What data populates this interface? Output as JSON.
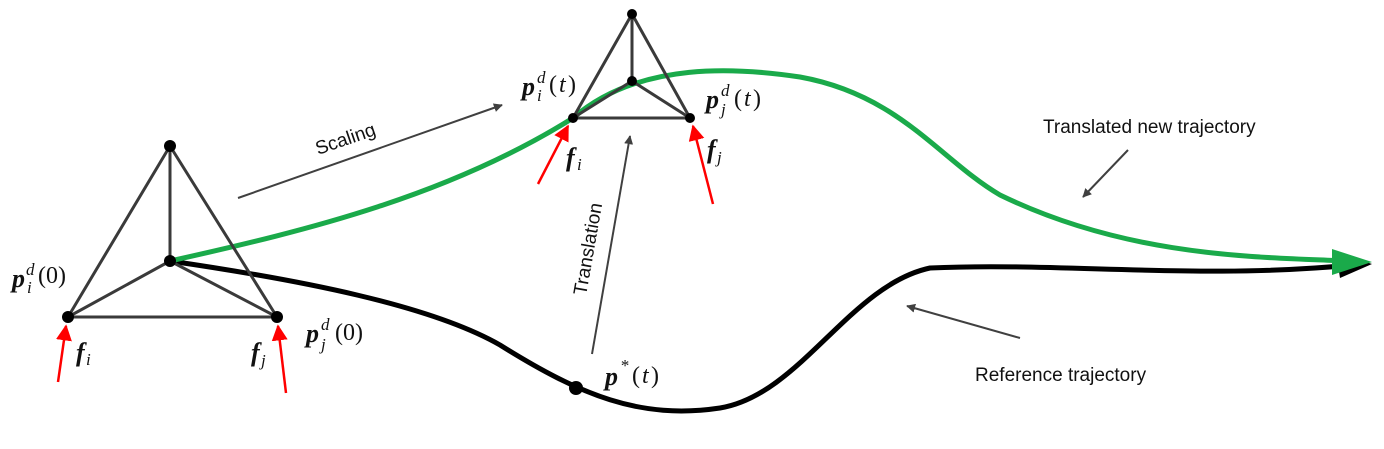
{
  "labels": {
    "scaling": "Scaling",
    "translation": "Translation",
    "translated_trajectory": "Translated new  trajectory",
    "reference_trajectory": "Reference trajectory"
  },
  "math": {
    "vector_p": "p",
    "vector_f": "f",
    "index_i": "i",
    "index_j": "j",
    "superscript_d": "d",
    "superscript_star": "*",
    "time_zero": "(0)",
    "time_t": "t",
    "open_paren": "(",
    "close_paren": ")"
  },
  "colors": {
    "structure": "#3a3a3a",
    "force_arrow": "#ff0000",
    "translated_trajectory": "#1aaa4a",
    "reference_trajectory": "#000000",
    "annotation_arrow": "#404040",
    "node": "#000000"
  }
}
